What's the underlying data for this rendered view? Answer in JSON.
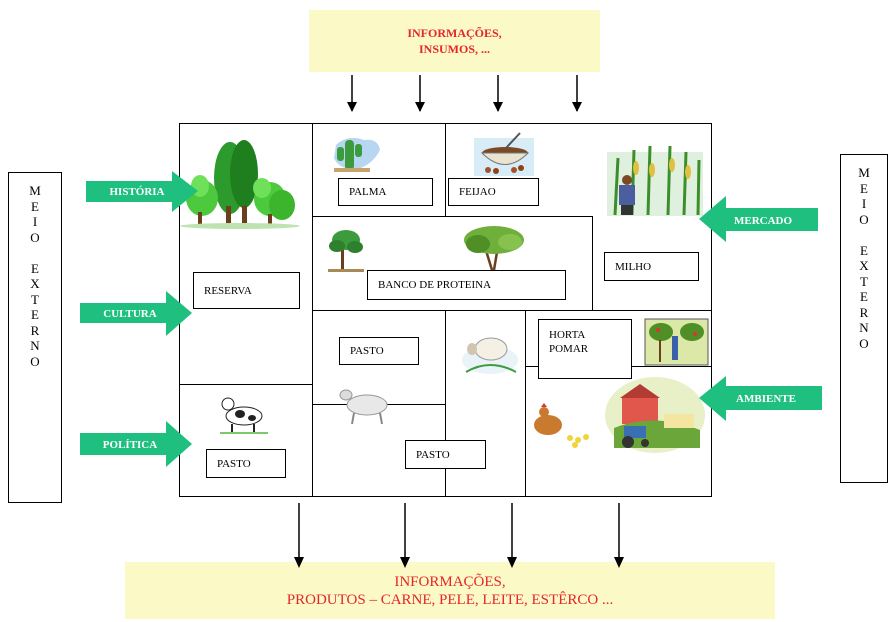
{
  "top_box": {
    "line1": "INFORMAÇÕES,",
    "line2": "INSUMOS, ..."
  },
  "bottom_box": {
    "line1": "INFORMAÇÕES,",
    "line2": "PRODUTOS – CARNE, PELE,  LEITE, ESTÊRCO ..."
  },
  "left_external": [
    "M",
    "E",
    "I",
    "O",
    "",
    "E",
    "X",
    "T",
    "E",
    "R",
    "N",
    "O"
  ],
  "right_external": [
    "M",
    "E",
    "I",
    "O",
    "",
    "E",
    "X",
    "T",
    "E",
    "R",
    "N",
    "O"
  ],
  "arrows": {
    "historia": "HISTÓRIA",
    "cultura": "CULTURA",
    "politica": "POLÍTICA",
    "mercado": "MERCADO",
    "ambiente": "AMBIENTE"
  },
  "labels": {
    "palma": "PALMA",
    "feijao": "FEIJAO",
    "milho": "MILHO",
    "reserva": "RESERVA",
    "banco": "BANCO DE PROTEINA",
    "pasto1": "PASTO",
    "horta_line1": "HORTA",
    "horta_line2": "POMAR",
    "pasto2": "PASTO",
    "pasto3": "PASTO"
  },
  "colors": {
    "accent_red": "#e5262a",
    "arrow_green": "#1fbf80",
    "box_yellow": "#fbf9c6"
  }
}
